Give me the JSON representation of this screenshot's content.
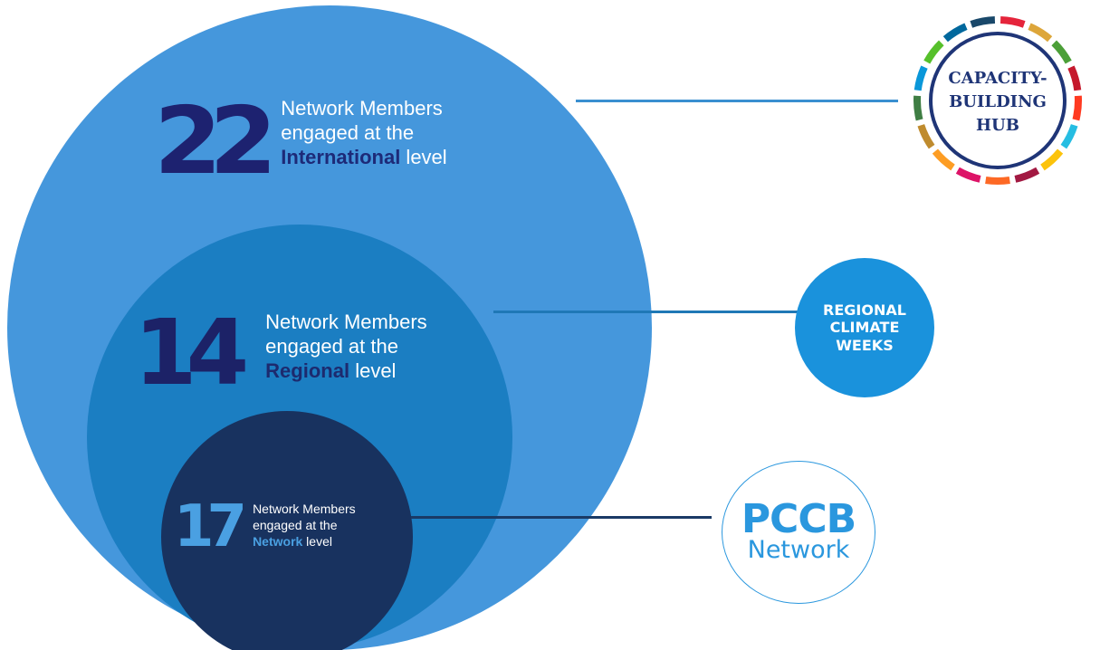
{
  "levels": {
    "international": {
      "number": "22",
      "line1": "Network Members",
      "line2": "engaged at the",
      "level_word": "International",
      "suffix": " level"
    },
    "regional": {
      "number": "14",
      "line1": "Network Members",
      "line2": "engaged at the",
      "level_word": "Regional",
      "suffix": " level"
    },
    "network": {
      "number": "17",
      "line1": "Network Members",
      "line2": "engaged at the",
      "level_word": "Network",
      "suffix": " level"
    }
  },
  "logos": {
    "hub": {
      "line1": "CAPACITY-",
      "line2": "BUILDING",
      "line3": "HUB"
    },
    "rcw": {
      "line1": "REGIONAL",
      "line2": "CLIMATE",
      "line3": "WEEKS"
    },
    "pccb": {
      "line1": "PCCB",
      "line2": "Network"
    }
  },
  "colors": {
    "international_circle": "#4597dc",
    "regional_circle": "#1b7ec2",
    "network_circle": "#18325f",
    "dark_navy_numbers": "#1d2270",
    "light_blue_accent": "#4aa0e2"
  }
}
